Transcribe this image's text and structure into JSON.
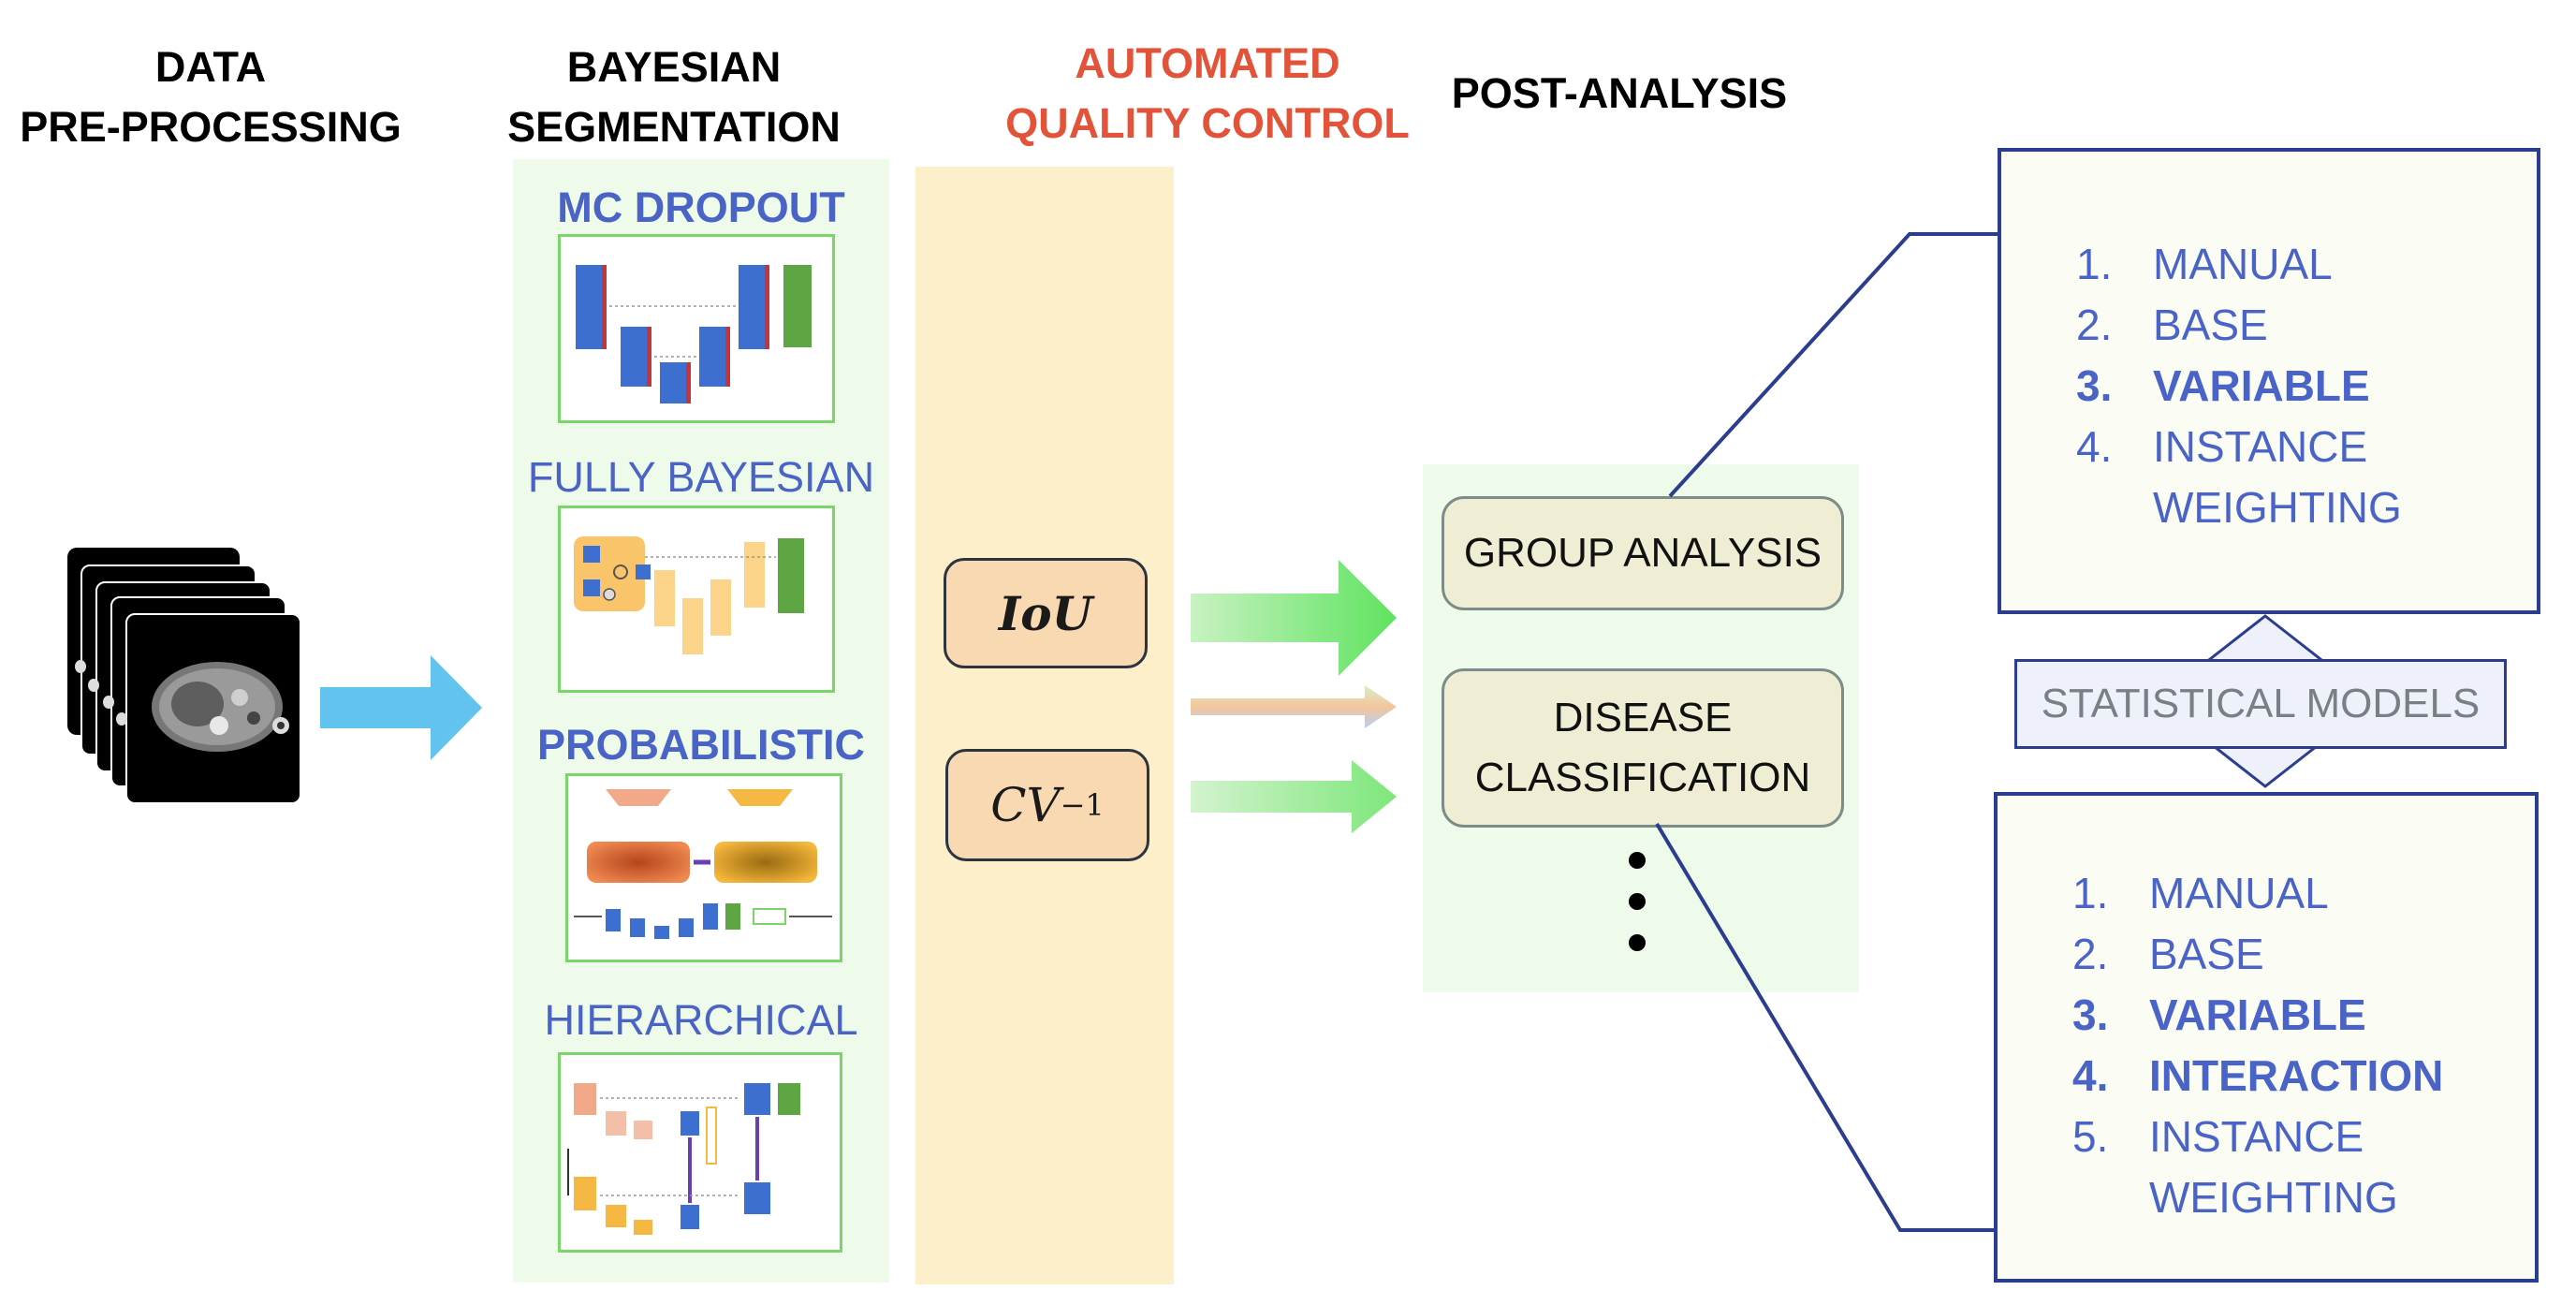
{
  "headers": {
    "data": [
      "DATA",
      "PRE-PROCESSING"
    ],
    "seg": [
      "BAYESIAN",
      "SEGMENTATION"
    ],
    "qc": [
      "AUTOMATED",
      "QUALITY CONTROL"
    ],
    "post": "POST-ANALYSIS"
  },
  "models": [
    {
      "label": "MC DROPOUT",
      "bold": true
    },
    {
      "label": "FULLY BAYESIAN",
      "bold": false
    },
    {
      "label": "PROBABILISTIC",
      "bold": true
    },
    {
      "label": "HIERARCHICAL",
      "bold": false
    }
  ],
  "metrics": {
    "iou": "IoU",
    "cv": "CV",
    "cv_exp": "−1"
  },
  "analysis": {
    "group": "GROUP ANALYSIS",
    "disease": [
      "DISEASE",
      "CLASSIFICATION"
    ]
  },
  "stat_models": "STATISTICAL MODELS",
  "list_top": [
    {
      "num": "1.",
      "text": [
        "MANUAL"
      ],
      "bold": false
    },
    {
      "num": "2.",
      "text": [
        "BASE"
      ],
      "bold": false
    },
    {
      "num": "3.",
      "text": [
        "VARIABLE"
      ],
      "bold": true
    },
    {
      "num": "4.",
      "text": [
        "INSTANCE",
        "WEIGHTING"
      ],
      "bold": false
    }
  ],
  "list_bottom": [
    {
      "num": "1.",
      "text": [
        "MANUAL"
      ],
      "bold": false
    },
    {
      "num": "2.",
      "text": [
        "BASE"
      ],
      "bold": false
    },
    {
      "num": "3.",
      "text": [
        "VARIABLE"
      ],
      "bold": true
    },
    {
      "num": "4.",
      "text": [
        "INTERACTION"
      ],
      "bold": true
    },
    {
      "num": "5.",
      "text": [
        "INSTANCE",
        "WEIGHTING"
      ],
      "bold": false
    }
  ],
  "colors": {
    "accent_blue": "#4a63c6",
    "qc_red": "#e2533a",
    "frame_navy": "#2a3d8f",
    "green_panel": "#eefaea",
    "yellow_panel": "#fcefc9"
  }
}
